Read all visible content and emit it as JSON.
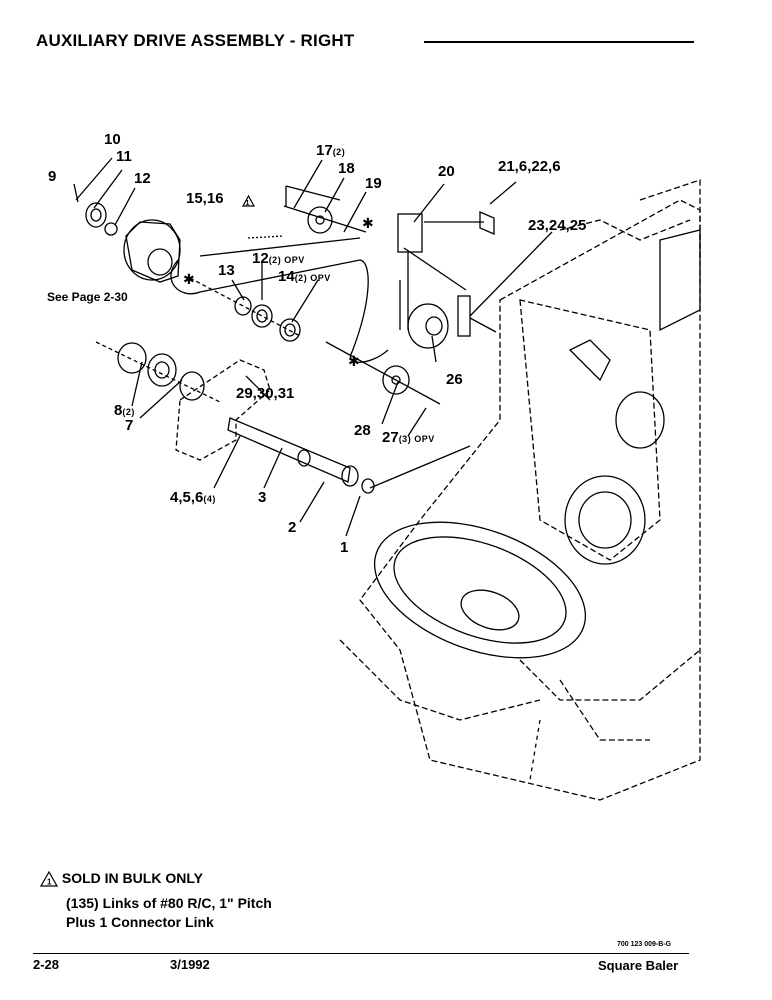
{
  "header": {
    "title": "AUXILIARY DRIVE ASSEMBLY - RIGHT"
  },
  "callouts": {
    "c10": "10",
    "c11": "11",
    "c9": "9",
    "c12": "12",
    "c15_16": "15,16",
    "c13": "13",
    "c12opv": "12",
    "c12opv_sub": "(2) OPV",
    "c14opv": "14",
    "c14opv_sub": "(2) OPV",
    "c17": "17",
    "c17_sub": "(2)",
    "c18": "18",
    "c19": "19",
    "c20": "20",
    "c21": "21,6,22,6",
    "c23": "23,24,25",
    "c26": "26",
    "c8": "8",
    "c8_sub": "(2)",
    "c7": "7",
    "c29": "29,30,31",
    "c28": "28",
    "c27": "27",
    "c27_sub": "(3) OPV",
    "c4": "4,5,6",
    "c4_sub": "(4)",
    "c3": "3",
    "c2": "2",
    "c1": "1"
  },
  "see_page": "See Page 2-30",
  "notes": {
    "bulk": "SOLD IN BULK ONLY",
    "links": "(135) Links of #80 R/C, 1\" Pitch",
    "connector": "Plus 1 Connector Link"
  },
  "footer": {
    "page": "2-28",
    "date": "3/1992",
    "code": "700 123 009-B-G",
    "product": "Square Baler"
  }
}
